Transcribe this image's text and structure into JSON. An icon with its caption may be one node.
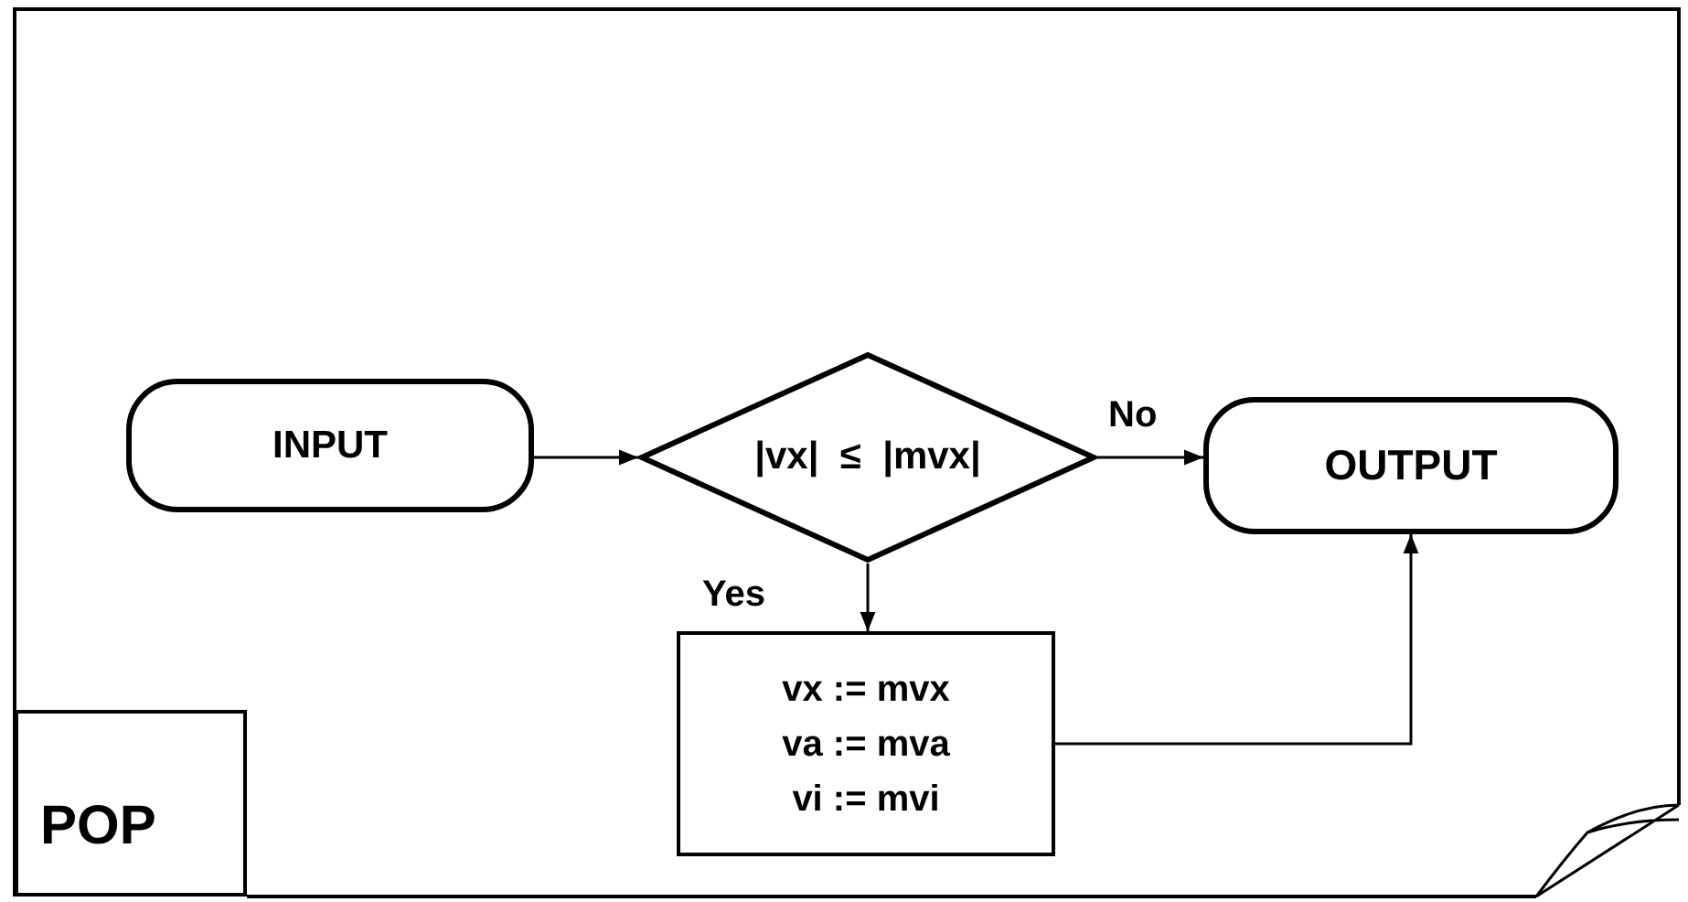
{
  "diagram": {
    "nodes": [
      {
        "text": [
          "INPUT"
        ]
      },
      {
        "text": [
          "|vx|  ≤  |mvx|"
        ]
      },
      {
        "text": [
          "OUTPUT"
        ]
      },
      {
        "text": [
          "vx := mvx",
          "va := mva",
          "vi := mvi"
        ]
      },
      {
        "text": [
          "POP"
        ]
      }
    ],
    "edges": [
      {
        "from": 0,
        "to": 1,
        "arrow": "to"
      },
      {
        "from": 1,
        "to": 2,
        "arrow": "to",
        "label": "No"
      },
      {
        "from": 1,
        "to": 3,
        "arrow": "to",
        "label": "Yes"
      },
      {
        "from": 3,
        "to": 2,
        "arrow": "to"
      }
    ]
  }
}
